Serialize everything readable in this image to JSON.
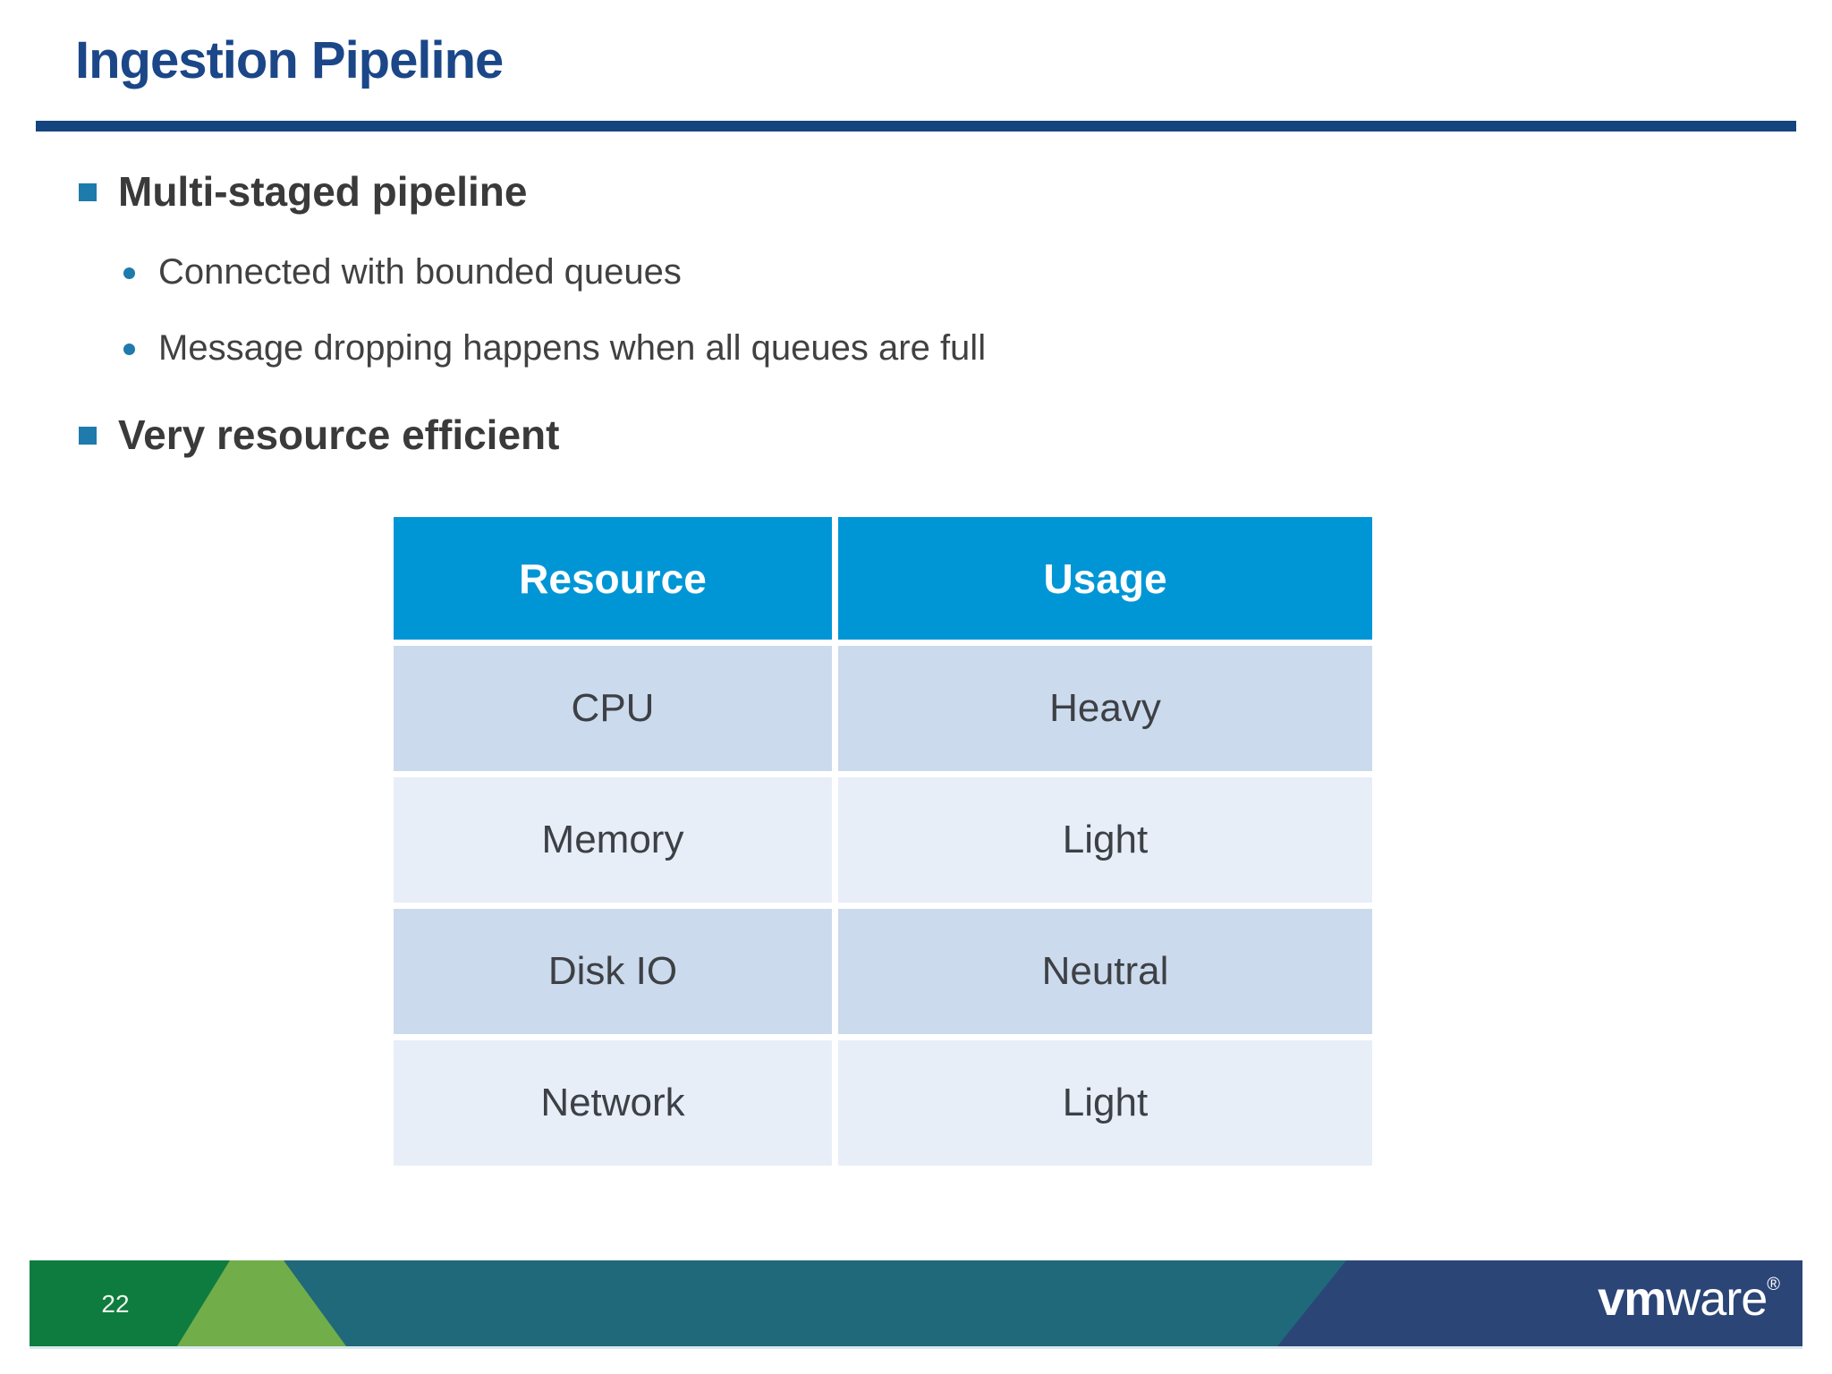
{
  "slide": {
    "title": "Ingestion Pipeline",
    "bullets": [
      {
        "level": 1,
        "text": "Multi-staged pipeline"
      },
      {
        "level": 2,
        "text": "Connected with bounded queues"
      },
      {
        "level": 2,
        "text": "Message dropping happens when all queues are full"
      },
      {
        "level": 1,
        "text": "Very resource efficient"
      }
    ],
    "table": {
      "headers": [
        "Resource",
        "Usage"
      ],
      "rows": [
        [
          "CPU",
          "Heavy"
        ],
        [
          "Memory",
          "Light"
        ],
        [
          "Disk IO",
          "Neutral"
        ],
        [
          "Network",
          "Light"
        ]
      ]
    },
    "footer": {
      "page_number": "22",
      "logo_bold": "vm",
      "logo_light": "ware",
      "logo_registered": "®"
    },
    "colors": {
      "title_blue": "#1B4789",
      "rule_blue": "#14457E",
      "bullet_accent": "#1E7BAB",
      "table_header_blue": "#0096D6",
      "table_row_dark": "#CBDAEC",
      "table_row_light": "#E8EEF8",
      "footer_dark_green": "#0E7C3F",
      "footer_light_green": "#71AD49",
      "footer_teal": "#20697A",
      "footer_navy": "#2B4577"
    }
  }
}
